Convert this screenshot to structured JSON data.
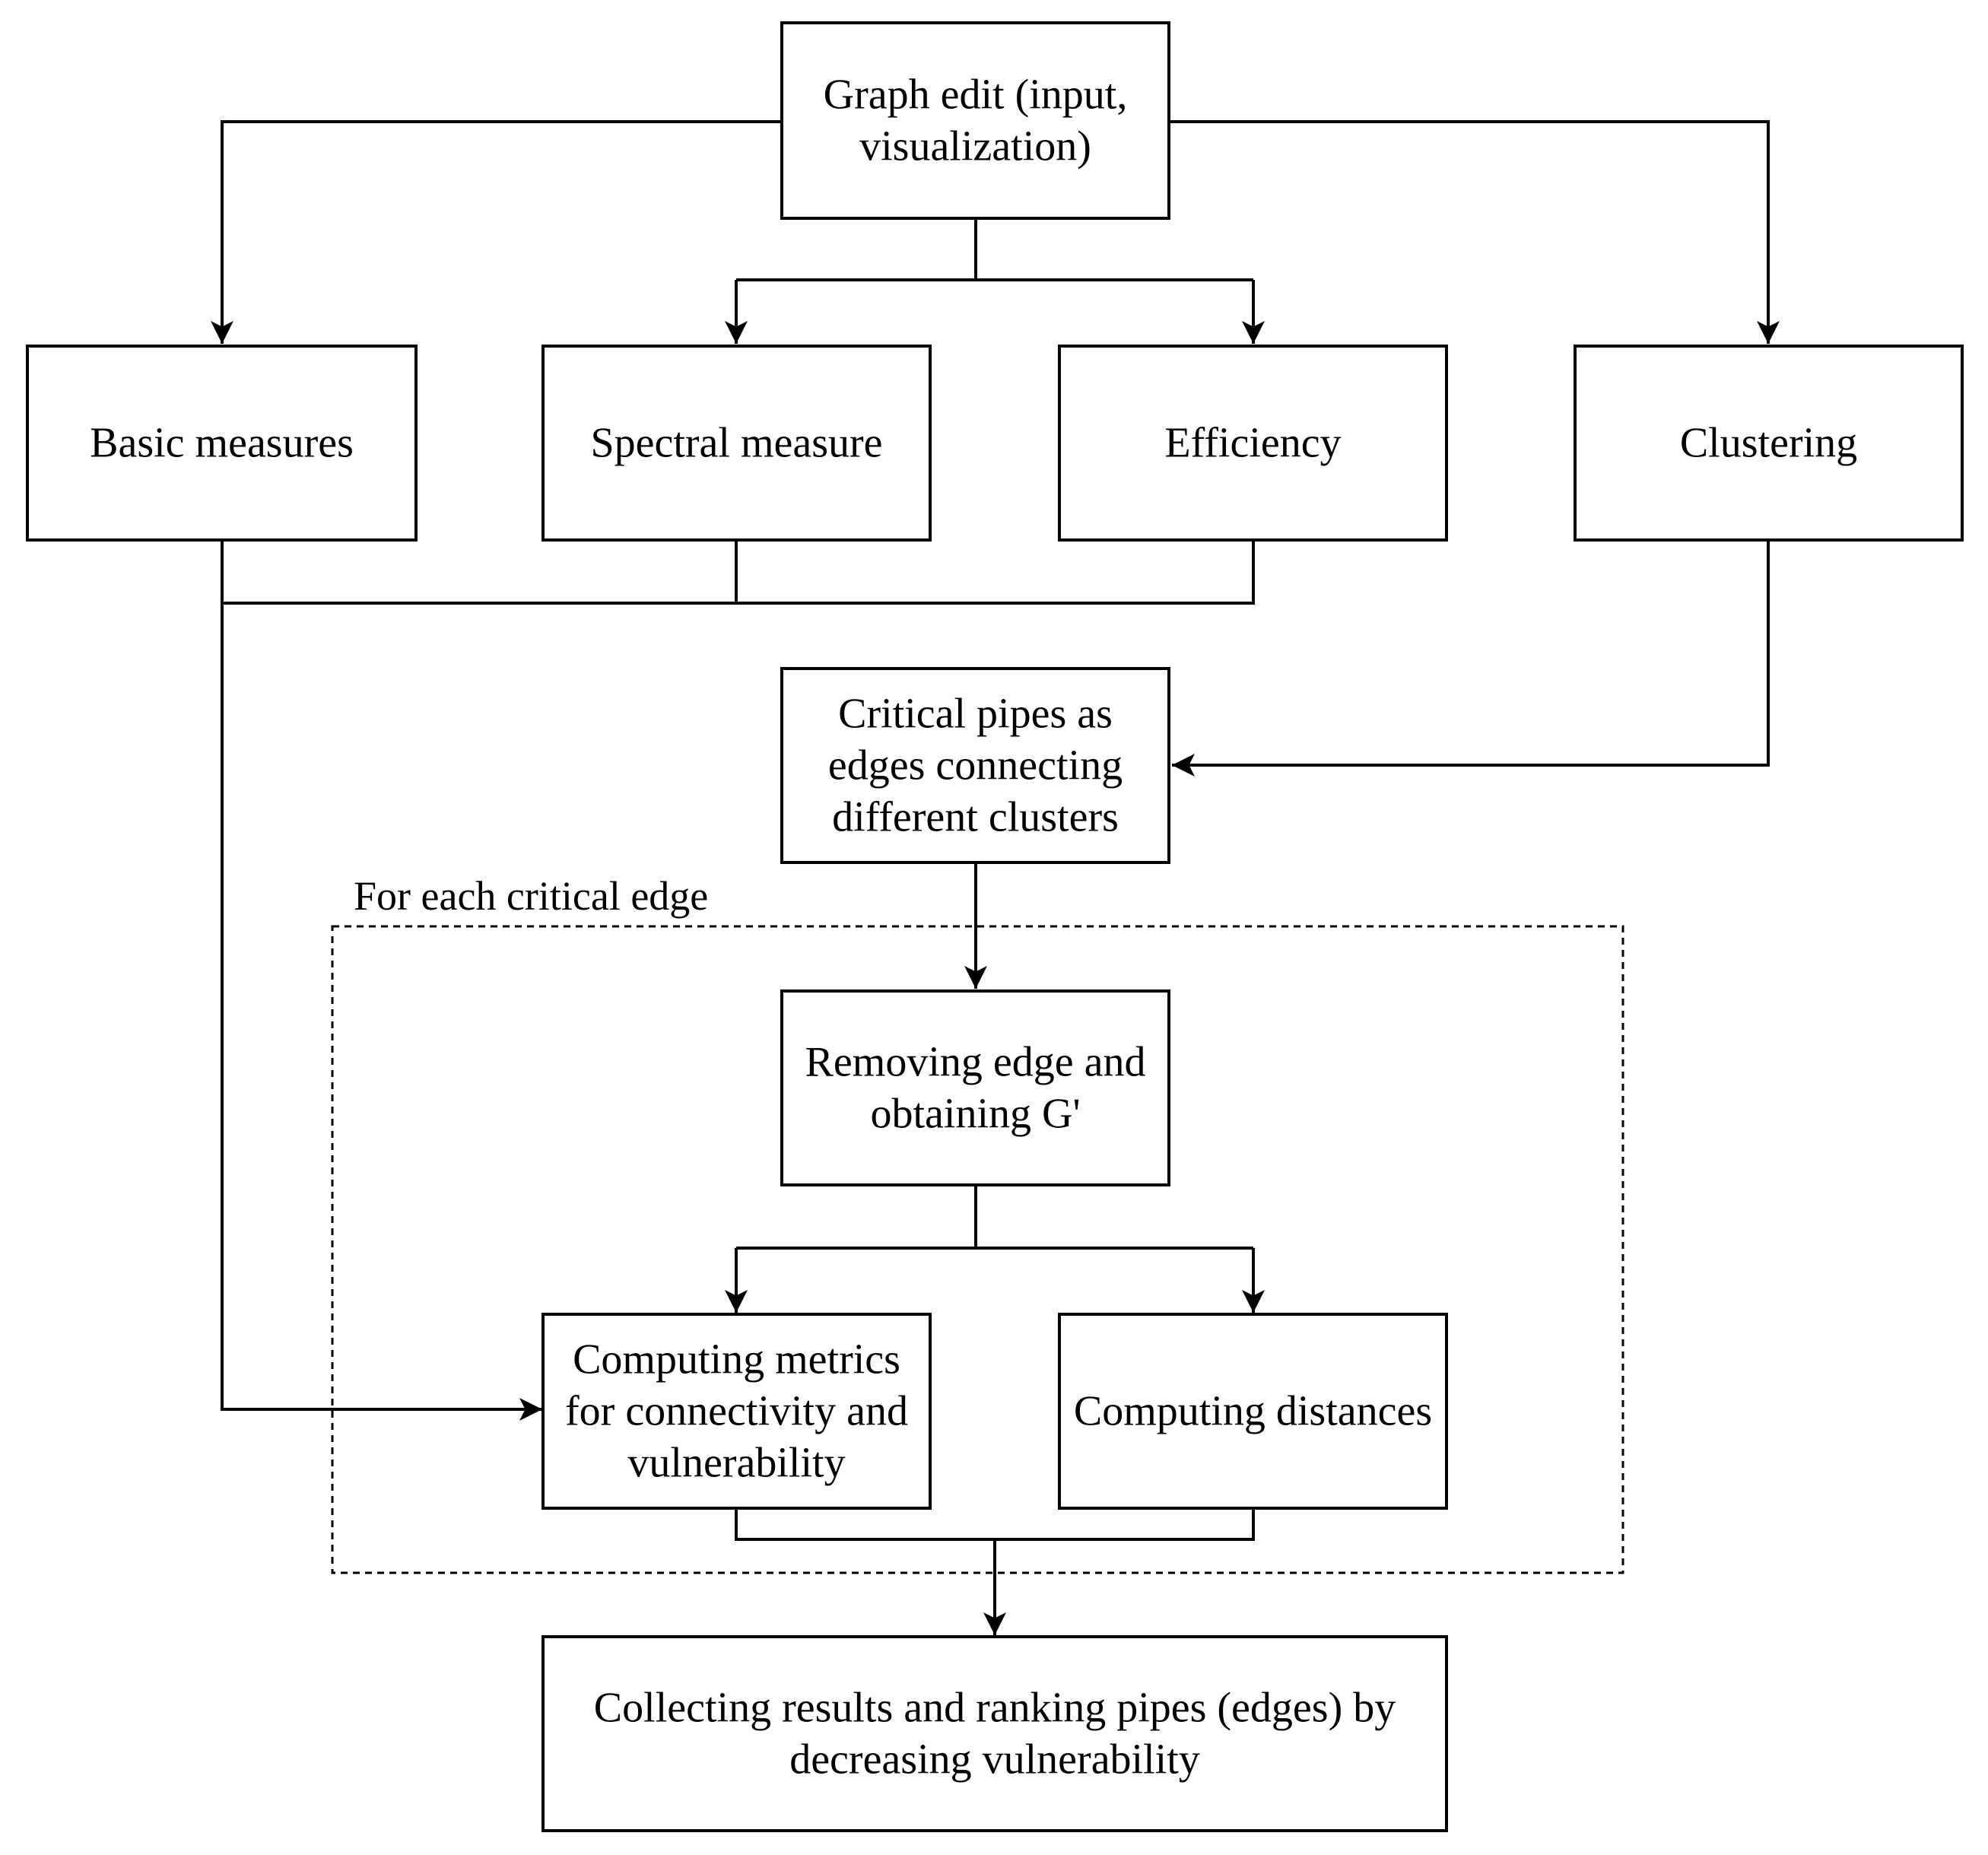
{
  "colors": {
    "background": "#ffffff",
    "stroke": "#000000",
    "text": "#000000"
  },
  "nodes": {
    "graph_edit": {
      "lines": [
        "Graph edit (input,",
        "visualization)"
      ]
    },
    "basic_measures": {
      "lines": [
        "Basic measures"
      ]
    },
    "spectral_measure": {
      "lines": [
        "Spectral measure"
      ]
    },
    "efficiency": {
      "lines": [
        "Efficiency"
      ]
    },
    "clustering": {
      "lines": [
        "Clustering"
      ]
    },
    "critical_pipes": {
      "lines": [
        "Critical pipes as",
        "edges connecting",
        "different clusters"
      ]
    },
    "removing_edge": {
      "lines": [
        "Removing edge and",
        "obtaining G'"
      ]
    },
    "computing_metrics": {
      "lines": [
        "Computing metrics",
        "for connectivity and",
        "vulnerability"
      ]
    },
    "computing_distances": {
      "lines": [
        "Computing distances"
      ]
    },
    "collecting_results": {
      "lines": [
        "Collecting results and ranking pipes (edges) by",
        "decreasing vulnerability"
      ]
    }
  },
  "loop": {
    "label": "For each critical edge"
  },
  "edges": [
    {
      "from": "graph_edit",
      "to": "basic_measures"
    },
    {
      "from": "graph_edit",
      "to": "spectral_measure"
    },
    {
      "from": "graph_edit",
      "to": "efficiency"
    },
    {
      "from": "graph_edit",
      "to": "clustering"
    },
    {
      "from": "basic_measures",
      "to": "computing_metrics"
    },
    {
      "from": "spectral_measure",
      "to": "computing_metrics"
    },
    {
      "from": "efficiency",
      "to": "computing_metrics"
    },
    {
      "from": "clustering",
      "to": "critical_pipes"
    },
    {
      "from": "critical_pipes",
      "to": "removing_edge"
    },
    {
      "from": "removing_edge",
      "to": "computing_metrics"
    },
    {
      "from": "removing_edge",
      "to": "computing_distances"
    },
    {
      "from": "computing_metrics",
      "to": "collecting_results"
    },
    {
      "from": "computing_distances",
      "to": "collecting_results"
    }
  ]
}
